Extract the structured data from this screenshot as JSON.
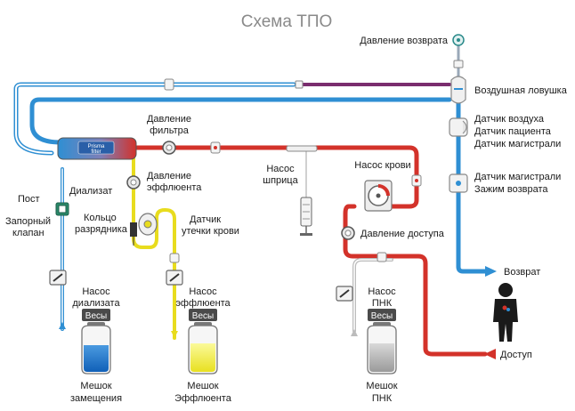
{
  "title": "Схема ТПО",
  "labels": {
    "return_pressure": "Давление возврата",
    "air_trap": "Воздушная ловушка",
    "filter_pressure_1": "Давление",
    "filter_pressure_2": "фильтра",
    "air_sensor": "Датчик воздуха",
    "patient_sensor": "Датчик пациента",
    "line_sensor_1": "Датчик магистрали",
    "line_sensor_2": "Датчик магистрали",
    "return_clamp": "Зажим возврата",
    "effluent_pressure_1": "Давление",
    "effluent_pressure_2": "эффлюента",
    "syringe_pump_1": "Насос",
    "syringe_pump_2": "шприца",
    "blood_pump": "Насос крови",
    "access_pressure": "Давление доступа",
    "post": "Пост",
    "dialysate": "Диализат",
    "stop_valve_1": "Запорный",
    "stop_valve_2": "клапан",
    "discharge_ring_1": "Кольцо",
    "discharge_ring_2": "разрядника",
    "blood_leak_1": "Датчик",
    "blood_leak_2": "утечки крови",
    "return_label": "Возврат",
    "access_label": "Доступ",
    "dialysate_pump_1": "Насос",
    "dialysate_pump_2": "диализата",
    "effluent_pump_1": "Насос",
    "effluent_pump_2": "эффлюента",
    "pbp_pump_1": "Насос",
    "pbp_pump_2": "ПНК",
    "scales": "Весы",
    "replacement_bag_1": "Мешок",
    "replacement_bag_2": "замещения",
    "effluent_bag_1": "Мешок",
    "effluent_bag_2": "Эффлюента",
    "pbp_bag_1": "Мешок",
    "pbp_bag_2": "ПНК"
  },
  "colors": {
    "blue_line": "#2f8fd3",
    "red_line": "#d3322a",
    "yellow_line": "#e8dc1e",
    "purple_line": "#7a2d6e",
    "grey_line": "#bcbcbc",
    "replacement_fluid": "#1f74c9",
    "effluent_fluid": "#f2ef38",
    "pbp_fluid": "#b8b8b8"
  }
}
